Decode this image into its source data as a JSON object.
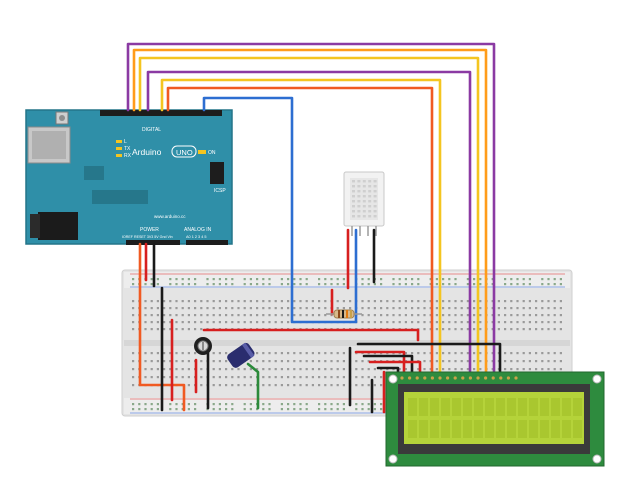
{
  "board": {
    "brand": "Arduino",
    "model": "UNO",
    "url": "www.arduino.cc",
    "digital_label": "DIGITAL",
    "power_label": "POWER",
    "analog_label": "ANALOG IN",
    "icsp_label": "ICSP",
    "on_label": "ON",
    "tx_label": "TX",
    "rx_label": "RX",
    "l_label": "L",
    "power_pins": "IOREF RESET 3V3 5V Gnd Vin",
    "analog_pins": "A0 1 2 3 4 5",
    "colors": {
      "pcb": "#2f8fa8",
      "pcb_dark": "#227489",
      "header": "#1d1d1d"
    }
  },
  "sensor": {
    "name": "dht-temperature-humidity-sensor",
    "body_color": "#f2f2f2"
  },
  "lcd": {
    "name": "16x2-lcd",
    "screen_color": "#b5d33a",
    "bezel_color": "#3a3a3a",
    "pcb_color": "#2e8b3e"
  },
  "wire_colors": {
    "purple": "#8b3aa3",
    "orange": "#ff9c1a",
    "yellow": "#f4c520",
    "red": "#d71f1f",
    "black": "#1a1a1a",
    "blue": "#2d6ed1",
    "deep_orange": "#f05a22"
  },
  "icons": {
    "potentiometer": "potentiometer-icon",
    "capacitor": "capacitor-icon",
    "resistor": "resistor-icon",
    "usb": "usb-port-icon",
    "power_jack": "power-jack-icon"
  }
}
